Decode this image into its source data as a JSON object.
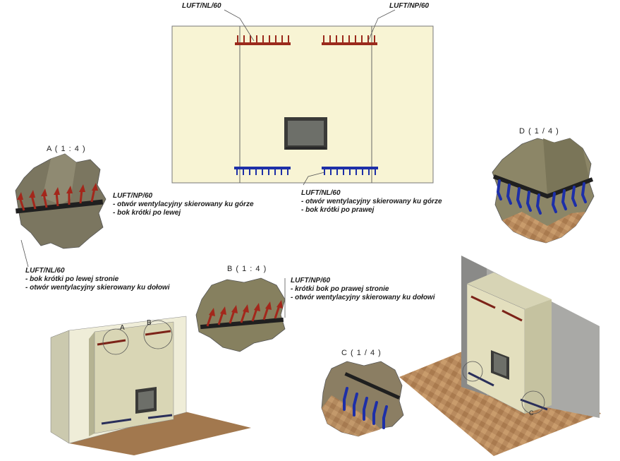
{
  "front_view": {
    "label_top_left": "LUFT/NL/60",
    "label_top_right": "LUFT/NP/60",
    "label_bottom": {
      "name": "LUFT/NL/60",
      "line1": "- otwór wentylacyjny skierowany ku górze",
      "line2": "- bok krótki po prawej"
    }
  },
  "details": {
    "A": {
      "title": "A ( 1 : 4 )",
      "right_note": {
        "name": "LUFT/NP/60",
        "line1": "- otwór wentylacyjny skierowany ku górze",
        "line2": "- bok krótki po lewej"
      },
      "bottom_note": {
        "name": "LUFT/NL/60",
        "line1": "- bok krótki po lewej stronie",
        "line2": "- otwór wentylacyjny skierowany ku dołowi"
      }
    },
    "B": {
      "title": "B ( 1 : 4 )",
      "note": {
        "name": "LUFT/NP/60",
        "line1": "- krótki bok po prawej stronie",
        "line2": "- otwór wentylacyjny skierowany ku dołowi"
      }
    },
    "C": {
      "title": "C ( 1 / 4 )"
    },
    "D": {
      "title": "D ( 1 / 4 )"
    }
  },
  "iso_left": {
    "callout_a": "A",
    "callout_b": "B"
  },
  "iso_right": {
    "callout_c": "C"
  },
  "colors": {
    "wall": "#f7f3d2",
    "hood": "#c9c7a6",
    "bracket_red": "#9b2a1c",
    "bracket_blue": "#1d2fa8",
    "floor": "#b88a5c",
    "stone": "#76715c"
  }
}
